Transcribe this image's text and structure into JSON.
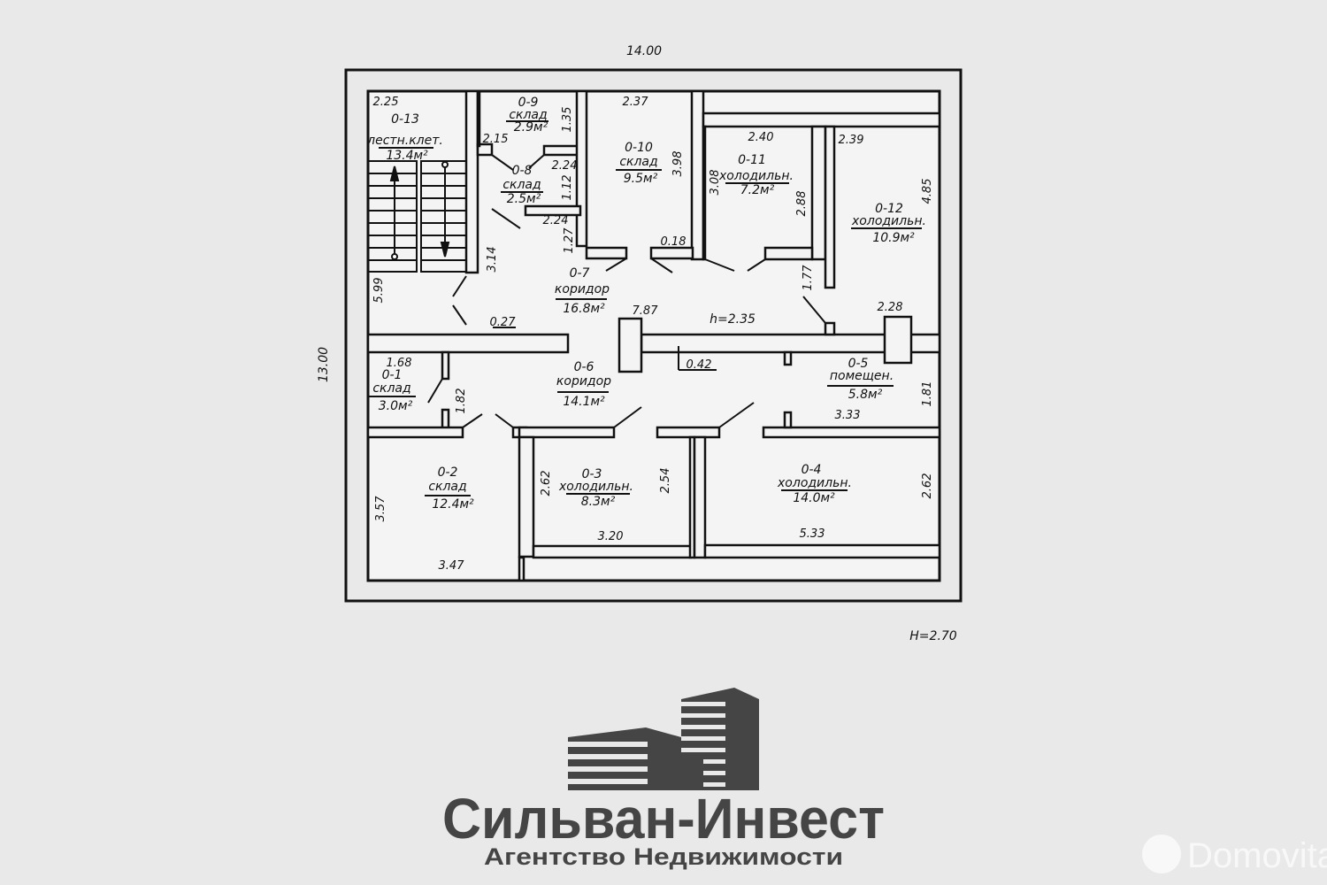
{
  "plan": {
    "overall_width": "14.00",
    "overall_height": "13.00",
    "ceiling_height": "H=2.70",
    "corridor_height": "h=2.35",
    "rooms": [
      {
        "id": "0-13",
        "name": "лестн.клет.",
        "area": "13.4м²"
      },
      {
        "id": "0-9",
        "name": "склад",
        "area": "2.9м²"
      },
      {
        "id": "0-8",
        "name": "склад",
        "area": "2.5м²"
      },
      {
        "id": "0-10",
        "name": "склад",
        "area": "9.5м²"
      },
      {
        "id": "0-11",
        "name": "холодильн.",
        "area": "7.2м²"
      },
      {
        "id": "0-12",
        "name": "холодильн.",
        "area": "10.9м²"
      },
      {
        "id": "0-7",
        "name": "коридор",
        "area": "16.8м²"
      },
      {
        "id": "0-6",
        "name": "коридор",
        "area": "14.1м²"
      },
      {
        "id": "0-5",
        "name": "помещен.",
        "area": "5.8м²"
      },
      {
        "id": "0-1",
        "name": "склад",
        "area": "3.0м²"
      },
      {
        "id": "0-2",
        "name": "склад",
        "area": "12.4м²"
      },
      {
        "id": "0-3",
        "name": "холодильн.",
        "area": "8.3м²"
      },
      {
        "id": "0-4",
        "name": "холодильн.",
        "area": "14.0м²"
      }
    ],
    "dims_h": [
      "2.25",
      "2.37",
      "2.15",
      "2.24",
      "2.24",
      "0.18",
      "2.40",
      "2.39",
      "0.27",
      "7.87",
      "2.28",
      "0.42",
      "1.68",
      "3.33",
      "3.20",
      "5.33",
      "3.47"
    ],
    "dims_v": [
      "1.35",
      "3.98",
      "1.12",
      "1.27",
      "3.14",
      "5.99",
      "3.08",
      "2.88",
      "4.85",
      "1.77",
      "1.82",
      "1.81",
      "2.62",
      "2.54",
      "2.62",
      "3.57"
    ]
  },
  "logo": {
    "name": "Сильван-Инвест",
    "tagline": "Агентство Недвижимости",
    "color": "#454545"
  },
  "watermark": "Domovita"
}
